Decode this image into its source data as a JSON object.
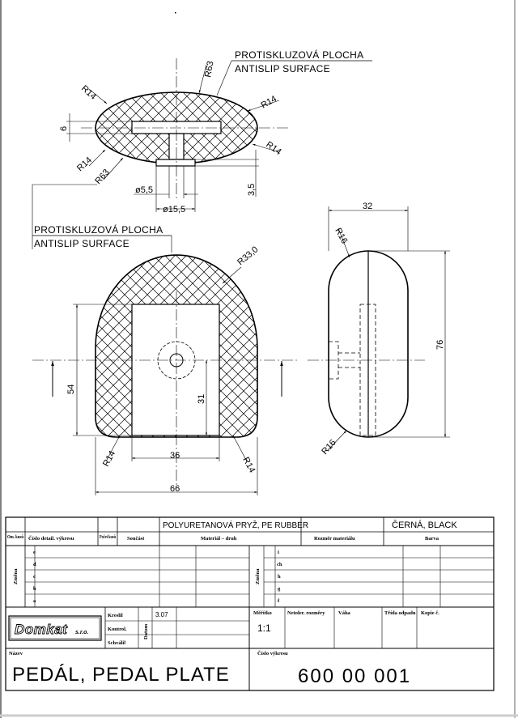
{
  "drawing": {
    "note_antislip_cz": "PROTISKLUZOVÁ PLOCHA",
    "note_antislip_en": "ANTISLIP SURFACE",
    "dims_top": {
      "r63_top": "R63",
      "r14_tl": "R14",
      "r14_tr": "R14",
      "r14_rb": "R14",
      "r14_bl": "R14",
      "r63_bot": "R63",
      "six": "6",
      "d55": "ø5,5",
      "d155": "ø15,5",
      "h35": "3,5"
    },
    "dims_front": {
      "r33": "R33,0",
      "h54": "54",
      "h31": "31",
      "w36": "36",
      "w66": "66",
      "r14_l": "R14",
      "r14_r": "R14"
    },
    "dims_side": {
      "w32": "32",
      "r16_t": "R16",
      "h76": "76",
      "r16_b": "R16"
    }
  },
  "title_block": {
    "material": "POLYURETANOVÁ PRYŽ, PE RUBBER",
    "color": "ČERNÁ, BLACK",
    "hdr_pieces": "Om. kusů",
    "hdr_detail_no": "Číslo detail. výkresu",
    "hdr_count": "Počet kusů",
    "hdr_part": "Součást",
    "hdr_material": "Materiál – druh",
    "hdr_size": "Rozměr materiálu",
    "hdr_color": "Barva",
    "changes_label": "Změna",
    "changes_left": [
      "e",
      "d",
      "c",
      "b",
      "a"
    ],
    "changes_right": [
      "i",
      "ch",
      "h",
      "g",
      "f"
    ],
    "drawn": "Kreslil",
    "checked": "Kontrol.",
    "approved": "Schválil",
    "date_label": "Datum",
    "date_value": "3.07",
    "scale_label": "Měřítko",
    "scale_value": "1:1",
    "tolerance_label": "Netoler. rozměry",
    "weight_label": "Váha",
    "waste_label": "Třída odpadu",
    "copy_label": "Kopie č.",
    "logo_text": "Domkat",
    "logo_suffix": "s.r.o.",
    "name_label": "Název",
    "name_value": "PEDÁL, PEDAL PLATE",
    "number_label": "Číslo výkresu",
    "number_value": "600 00 001"
  }
}
